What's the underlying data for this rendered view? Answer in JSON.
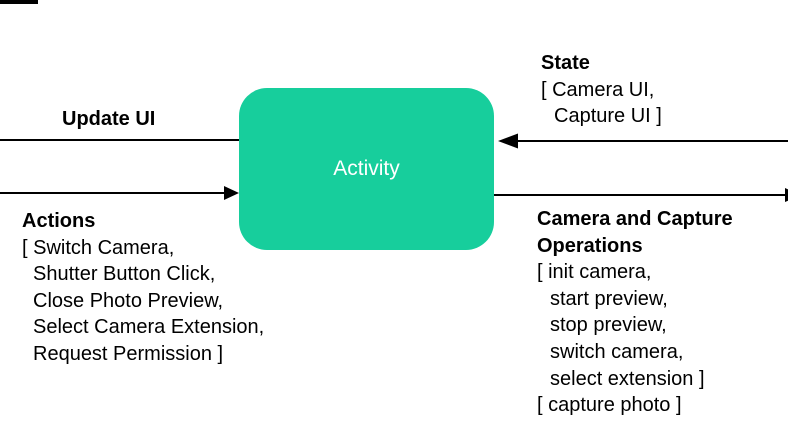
{
  "colors": {
    "node_fill": "#17CE9C",
    "node_text": "#FFFFFF",
    "line": "#000000",
    "background": "#FFFFFF"
  },
  "activity_node": {
    "label": "Activity"
  },
  "update_ui": {
    "label": "Update UI"
  },
  "actions": {
    "title": "Actions",
    "lines": [
      "[ Switch Camera,",
      "Shutter Button Click,",
      "Close Photo Preview,",
      "Select Camera Extension,",
      "Request Permission ]"
    ]
  },
  "state": {
    "title": "State",
    "lines": [
      "[ Camera UI,",
      "Capture UI ]"
    ]
  },
  "camera_ops": {
    "title_lines": [
      "Camera and Capture",
      "Operations"
    ],
    "lines": [
      "[ init camera,",
      "start preview,",
      "stop preview,",
      "switch camera,",
      "select extension ]",
      "[ capture photo ]"
    ]
  }
}
